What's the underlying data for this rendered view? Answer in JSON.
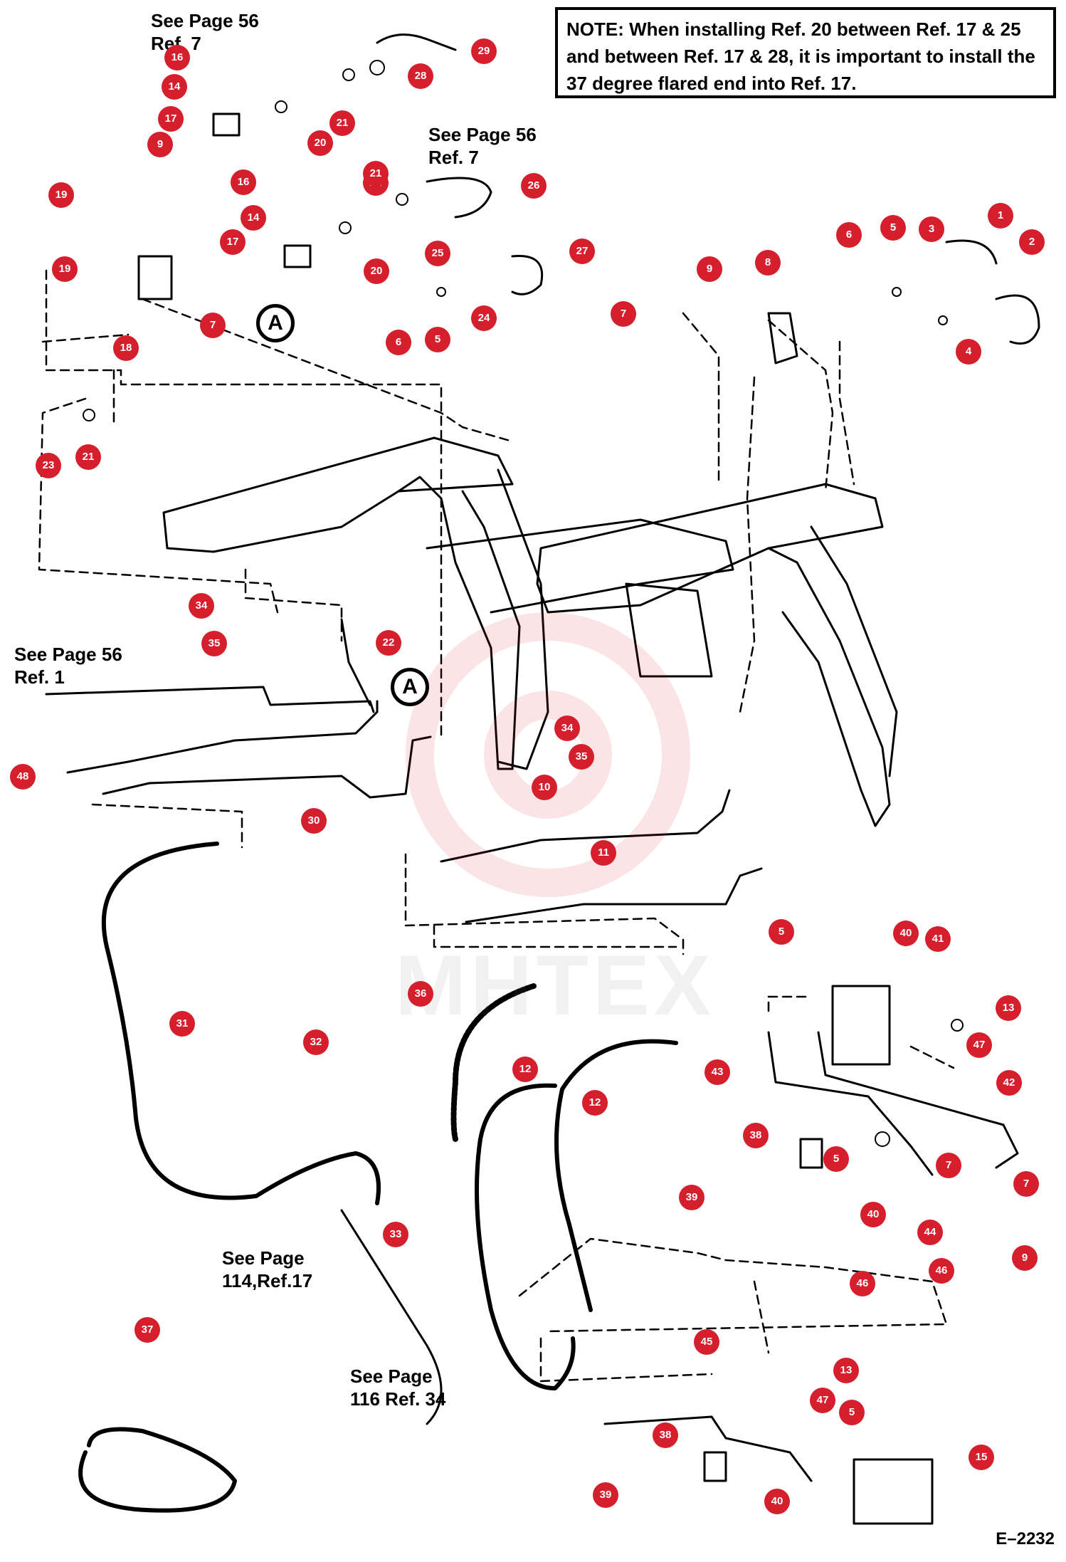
{
  "note": {
    "label": "NOTE:",
    "text": " When installing Ref. 20 between Ref. 17 & 25 and between Ref. 17 & 28, it is important to install the 37 degree flared end into Ref. 17."
  },
  "refs": {
    "top_left_1": "See Page 56",
    "top_left_2": "Ref. 7",
    "top_mid_1": "See Page 56",
    "top_mid_2": "Ref. 7",
    "left_1": "See Page 56",
    "left_2": "Ref. 1",
    "bottom_mid_1": "See Page",
    "bottom_mid_2": "114,Ref.17",
    "bottom_right_1": "See Page",
    "bottom_right_2": "116 Ref. 34"
  },
  "figure_code": "E–2232",
  "markers": [
    "A",
    "A"
  ],
  "watermark": "MHTEX",
  "colors": {
    "callout": "#d51f2d",
    "line": "#000000"
  },
  "callouts": [
    {
      "label": "16"
    },
    {
      "label": "14"
    },
    {
      "label": "17"
    },
    {
      "label": "9"
    },
    {
      "label": "28"
    },
    {
      "label": "29"
    },
    {
      "label": "21"
    },
    {
      "label": "20"
    },
    {
      "label": "21"
    },
    {
      "label": "16"
    },
    {
      "label": "21"
    },
    {
      "label": "26"
    },
    {
      "label": "14"
    },
    {
      "label": "17"
    },
    {
      "label": "25"
    },
    {
      "label": "20"
    },
    {
      "label": "27"
    },
    {
      "label": "19"
    },
    {
      "label": "19"
    },
    {
      "label": "7"
    },
    {
      "label": "18"
    },
    {
      "label": "6"
    },
    {
      "label": "5"
    },
    {
      "label": "24"
    },
    {
      "label": "23"
    },
    {
      "label": "21"
    },
    {
      "label": "9"
    },
    {
      "label": "8"
    },
    {
      "label": "7"
    },
    {
      "label": "6"
    },
    {
      "label": "5"
    },
    {
      "label": "3"
    },
    {
      "label": "1"
    },
    {
      "label": "2"
    },
    {
      "label": "4"
    },
    {
      "label": "34"
    },
    {
      "label": "35"
    },
    {
      "label": "22"
    },
    {
      "label": "48"
    },
    {
      "label": "30"
    },
    {
      "label": "34"
    },
    {
      "label": "35"
    },
    {
      "label": "10"
    },
    {
      "label": "11"
    },
    {
      "label": "5"
    },
    {
      "label": "40"
    },
    {
      "label": "41"
    },
    {
      "label": "13"
    },
    {
      "label": "47"
    },
    {
      "label": "43"
    },
    {
      "label": "42"
    },
    {
      "label": "36"
    },
    {
      "label": "31"
    },
    {
      "label": "32"
    },
    {
      "label": "12"
    },
    {
      "label": "12"
    },
    {
      "label": "38"
    },
    {
      "label": "5"
    },
    {
      "label": "7"
    },
    {
      "label": "7"
    },
    {
      "label": "39"
    },
    {
      "label": "40"
    },
    {
      "label": "44"
    },
    {
      "label": "9"
    },
    {
      "label": "46"
    },
    {
      "label": "46"
    },
    {
      "label": "33"
    },
    {
      "label": "37"
    },
    {
      "label": "45"
    },
    {
      "label": "13"
    },
    {
      "label": "47"
    },
    {
      "label": "5"
    },
    {
      "label": "38"
    },
    {
      "label": "15"
    },
    {
      "label": "39"
    },
    {
      "label": "40"
    }
  ]
}
